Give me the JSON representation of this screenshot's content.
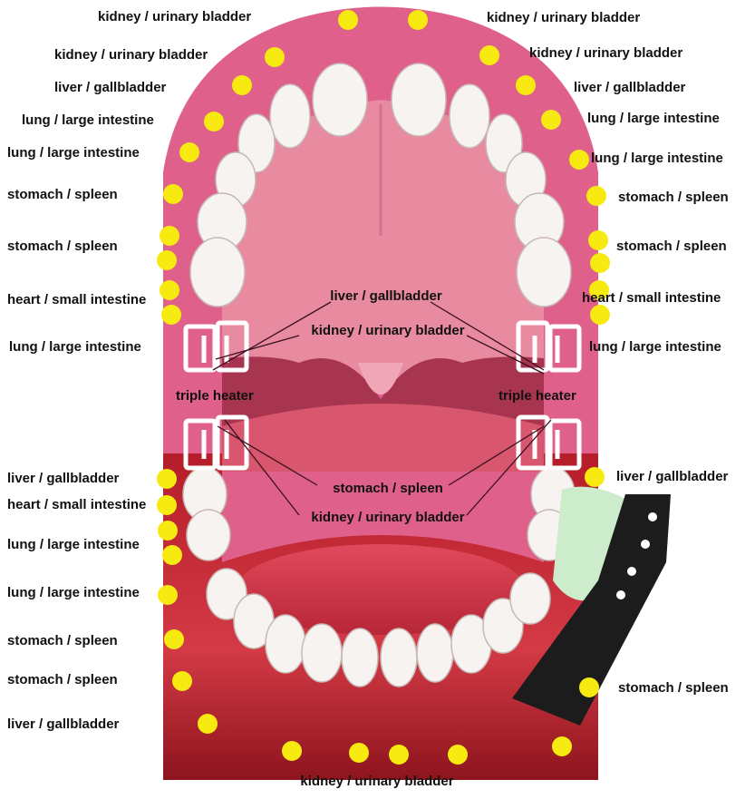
{
  "labels": {
    "k_top_l": "kidney / urinary bladder",
    "k_top_r": "kidney / urinary bladder",
    "k_2_l": "kidney / urinary bladder",
    "k_2_r": "kidney / urinary bladder",
    "liv_1_l": "liver / gallbladder",
    "liv_1_r": "liver / gallbladder",
    "lung_1_l": "lung / large intestine",
    "lung_1_r": "lung / large intestine",
    "lung_2_l": "lung / large intestine",
    "lung_2_r": "lung / large intestine",
    "sto_1_l": "stomach / spleen",
    "sto_1_r": "stomach / spleen",
    "sto_2_l": "stomach / spleen",
    "sto_2_r": "stomach / spleen",
    "heart_1_l": "heart / small intestine",
    "heart_1_r": "heart / small intestine",
    "center_liver": "liver / gallbladder",
    "center_kidney": "kidney / urinary bladder",
    "lung_3_l": "lung / large intestine",
    "lung_3_r": "lung / large intestine",
    "triple_l": "triple heater",
    "triple_r": "triple heater",
    "liv_2_l": "liver / gallbladder",
    "liv_2_r": "liver / gallbladder",
    "center_stomach": "stomach / spleen",
    "heart_2_l": "heart / small intestine",
    "center_kidney_2": "kidney / urinary bladder",
    "lung_4_l": "lung / large intestine",
    "lung_5_l": "lung / large intestine",
    "sto_3_l": "stomach / spleen",
    "sto_4_l": "stomach / spleen",
    "sto_3_r": "stomach / spleen",
    "liv_3_l": "liver / gallbladder",
    "k_bottom": "kidney / urinary bladder"
  },
  "colors": {
    "gum": "#e0608c",
    "gum_dark": "#c9436f",
    "palate": "#e88aa0",
    "tooth": "#f7f3f1",
    "marker": "#f6ea10",
    "lower_gum": "#b0202a",
    "brush_handle": "#1c1c1c",
    "bristle": "#cdeccc"
  }
}
